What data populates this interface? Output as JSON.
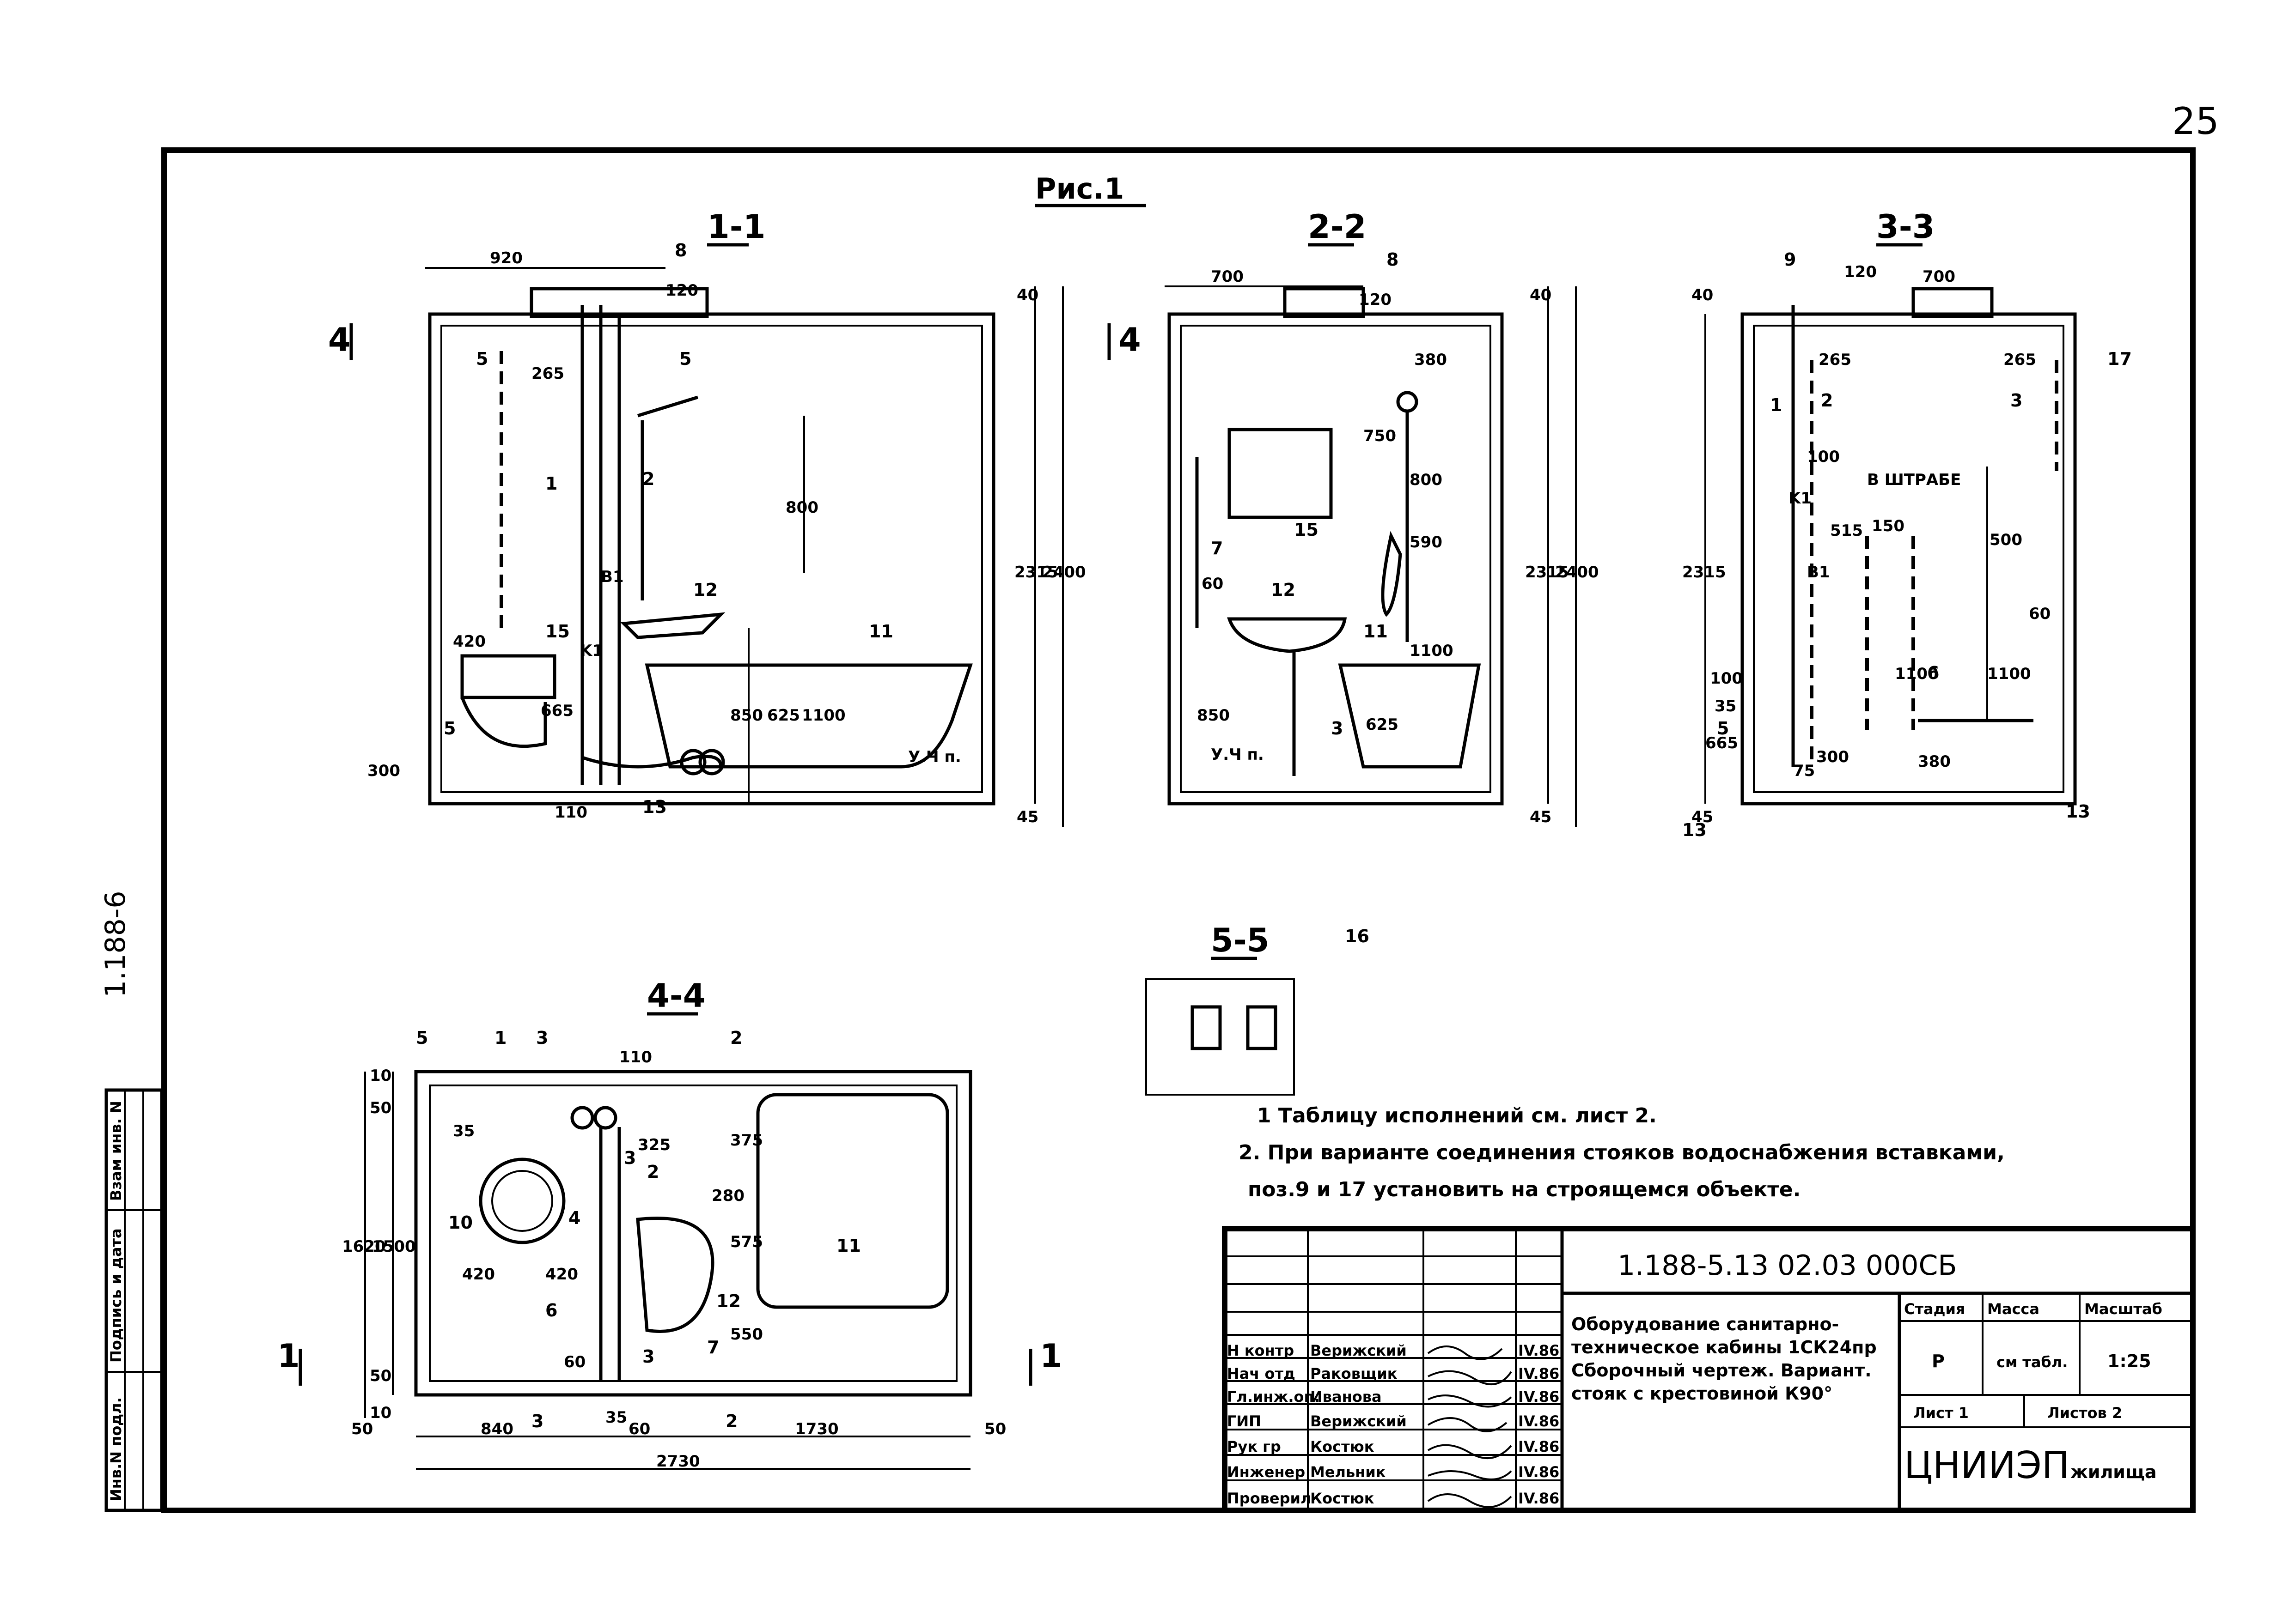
{
  "page_number": "25",
  "figure_title": "Рис.1",
  "side_code": "1.188-6",
  "sections": {
    "s11": "1-1",
    "s22": "2-2",
    "s33": "3-3",
    "s44": "4-4",
    "s55": "5-5"
  },
  "section_marks": {
    "m4": "4",
    "m5": "5",
    "m1": "1",
    "m2": "2",
    "m3": "3"
  },
  "dims": {
    "d920": "920",
    "d120": "120",
    "d40": "40",
    "d2315": "2315",
    "d2400": "2400",
    "d45": "45",
    "d265": "265",
    "d800": "800",
    "d420": "420",
    "d665": "665",
    "d850": "850",
    "d625": "625",
    "d1100": "1100",
    "d300": "300",
    "d110": "110",
    "d700": "700",
    "d380": "380",
    "d750": "750",
    "d590": "590",
    "d60": "60",
    "d515": "515",
    "d150": "150",
    "d500": "500",
    "d100": "100",
    "d35": "35",
    "d75": "75",
    "d1620": "1620",
    "d1500": "1500",
    "d50": "50",
    "d10": "10",
    "d375": "375",
    "d280": "280",
    "d575": "575",
    "d550": "550",
    "d325": "325",
    "d840": "840",
    "d1730": "1730",
    "d2730": "2730"
  },
  "positions": {
    "p1": "1",
    "p2": "2",
    "p3": "3",
    "p4": "4",
    "p5": "5",
    "p6": "6",
    "p7": "7",
    "p8": "8",
    "p9": "9",
    "p10": "10",
    "p11": "11",
    "p12": "12",
    "p13": "13",
    "p15": "15",
    "p16": "16",
    "p17": "17",
    "k1": "K1",
    "b1": "B1"
  },
  "labels": {
    "floor": "У.Ч п.",
    "in_groove": "В ШТРАБЕ"
  },
  "notes": [
    "1 Таблицу исполнений см. лист 2.",
    "2. При варианте соединения стояков водоснабжения вставками,",
    "поз.9 и 17 установить на строящемся объекте."
  ],
  "side_stamp": {
    "col1": "Инв.N подл.",
    "col2": "Подпись и дата",
    "col3": "Взам инв. N"
  },
  "title_block": {
    "doc_code": "1.188-5.13 02.03 000СБ",
    "description": [
      "Оборудование санитарно-",
      "техническое кабины 1СК24пр",
      "Сборочный чертеж. Вариант.",
      "стояк с крестовиной К90°"
    ],
    "stage_label": "Стадия",
    "mass_label": "Масса",
    "scale_label": "Масштаб",
    "stage": "Р",
    "mass": "см табл.",
    "scale": "1:25",
    "sheet_label": "Лист 1",
    "sheets_label": "Листов 2",
    "organization": "ЦНИИЭП",
    "organization_tail": "жилища",
    "signatures": [
      {
        "role": "Н контр",
        "name": "Верижский",
        "date": "IV.86"
      },
      {
        "role": "Нач отд",
        "name": "Раковщик",
        "date": "IV.86"
      },
      {
        "role": "Гл.инж.оп.",
        "name": "Иванова",
        "date": "IV.86"
      },
      {
        "role": "ГИП",
        "name": "Верижский",
        "date": "IV.86"
      },
      {
        "role": "Рук гр",
        "name": "Костюк",
        "date": "IV.86"
      },
      {
        "role": "Инженер",
        "name": "Мельник",
        "date": "IV.86"
      },
      {
        "role": "Проверил",
        "name": "Костюк",
        "date": "IV.86"
      }
    ]
  }
}
